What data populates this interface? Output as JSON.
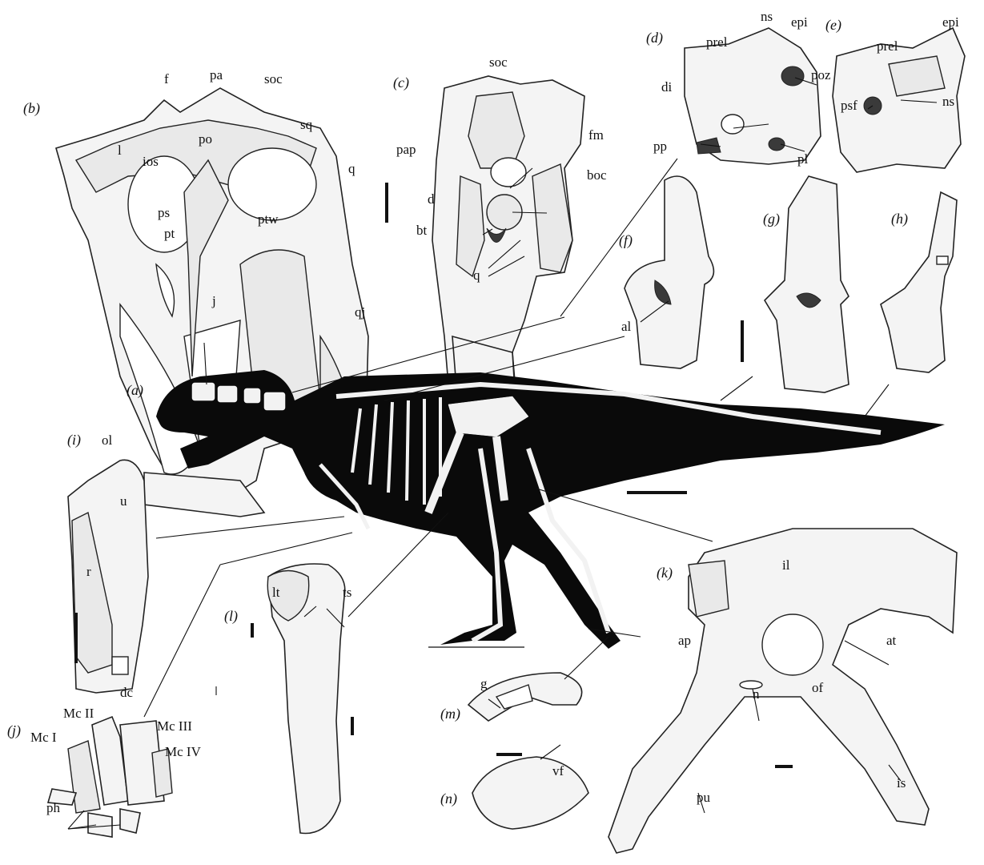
{
  "figure": {
    "panels": [
      {
        "id": "a",
        "label": "(a)"
      },
      {
        "id": "b",
        "label": "(b)"
      },
      {
        "id": "c",
        "label": "(c)"
      },
      {
        "id": "d",
        "label": "(d)"
      },
      {
        "id": "e",
        "label": "(e)"
      },
      {
        "id": "f",
        "label": "(f)"
      },
      {
        "id": "g",
        "label": "(g)"
      },
      {
        "id": "h",
        "label": "(h)"
      },
      {
        "id": "i",
        "label": "(i)"
      },
      {
        "id": "j",
        "label": "(j)"
      },
      {
        "id": "k",
        "label": "(k)"
      },
      {
        "id": "l",
        "label": "(l)"
      },
      {
        "id": "m",
        "label": "(m)"
      },
      {
        "id": "n",
        "label": "(n)"
      }
    ],
    "skull_labels": {
      "f": "f",
      "pa": "pa",
      "soc": "soc",
      "l": "l",
      "sq": "sq",
      "po": "po",
      "ios": "ios",
      "q": "q",
      "ps": "ps",
      "pt": "pt",
      "ptw": "ptw",
      "j": "j",
      "qj": "qj"
    },
    "braincase_labels": {
      "soc": "soc",
      "fm": "fm",
      "pap": "pap",
      "boc": "boc",
      "d": "d",
      "bt": "bt",
      "q": "q"
    },
    "vertebra_labels": {
      "prel_d": "prel",
      "ns_d": "ns",
      "epi_d": "epi",
      "poz": "poz",
      "di": "di",
      "pp": "pp",
      "pl": "pl",
      "prel_e": "prel",
      "epi_e": "epi",
      "psf": "psf",
      "ns_e": "ns",
      "al": "al"
    },
    "forelimb_labels": {
      "ol": "ol",
      "u": "u",
      "r": "r",
      "dc": "dc",
      "mc2": "Mc II",
      "mc1": "Mc I",
      "mc3": "Mc III",
      "mc4": "Mc IV",
      "ph": "ph"
    },
    "femur_labels": {
      "lt": "lt",
      "ts": "ts"
    },
    "pedal_labels": {
      "g": "g",
      "vf": "vf"
    },
    "pelvis_labels": {
      "il": "il",
      "ap": "ap",
      "at": "at",
      "n": "n",
      "of": "of",
      "pu": "pu",
      "is": "is"
    }
  }
}
